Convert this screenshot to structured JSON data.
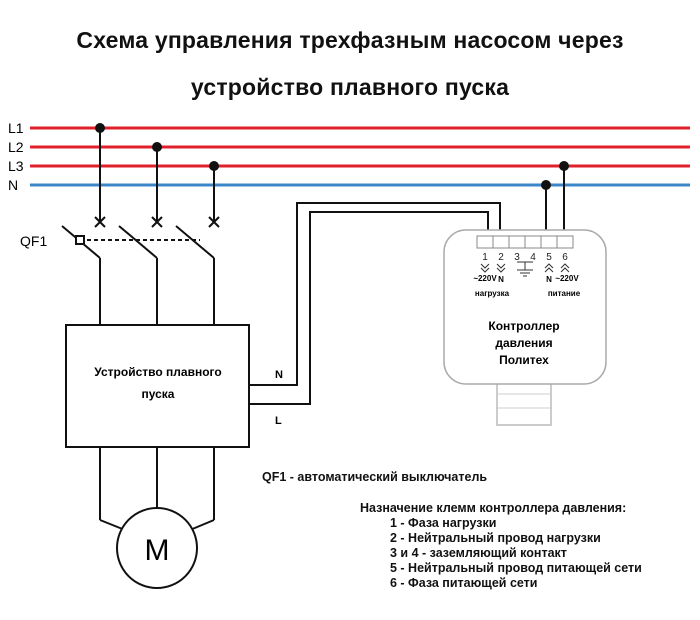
{
  "title_line1": "Схема управления трехфазным насосом через",
  "title_line2": "устройство плавного пуска",
  "lines": [
    "L1",
    "L2",
    "L3",
    "N"
  ],
  "breaker_label": "QF1",
  "soft_starter": {
    "line1": "Устройство плавного",
    "line2": "пуска"
  },
  "motor_symbol": "M",
  "wire_n": "N",
  "wire_l": "L",
  "controller": {
    "name_line1": "Контроллер",
    "name_line2": "давления",
    "name_line3": "Политех",
    "terminals": [
      "1",
      "2",
      "3",
      "4",
      "5",
      "6"
    ],
    "t1_label": "~220V",
    "t2_label": "N",
    "t5_label": "N",
    "t6_label": "~220V",
    "load_label": "нагрузка",
    "supply_label": "питание"
  },
  "legend": {
    "qf1": "QF1 - автоматический выключатель",
    "heading": "Назначение клемм контроллера давления:",
    "items": [
      "1 - Фаза нагрузки",
      "2 - Нейтральный провод нагрузки",
      "3 и 4 - заземляющий контакт",
      "5 - Нейтральный провод питающей сети",
      "6 - Фаза питающей сети"
    ]
  },
  "colors": {
    "phase": "#e0202a",
    "neutral": "#3b86c8",
    "wire": "#111111"
  }
}
